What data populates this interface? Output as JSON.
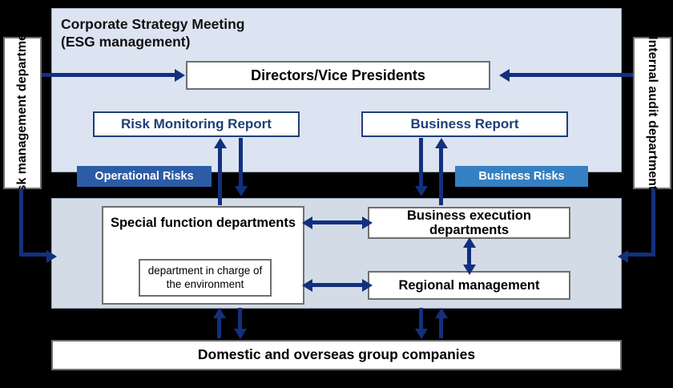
{
  "diagram": {
    "title_line1": "Corporate Strategy Meeting",
    "title_line2": "(ESG management)",
    "colors": {
      "governance_panel": "#dce4f2",
      "operations_panel": "#d3dbe7",
      "arrow": "#12307e",
      "operational_risk_tag": "#2d5ca6",
      "business_risk_tag": "#3580c2",
      "report_border": "#1f3f77",
      "background": "#000000"
    },
    "side_boxes": {
      "left": "Risk management department",
      "right": "Internal audit department"
    },
    "governance": {
      "directors": "Directors/Vice Presidents",
      "risk_report": "Risk Monitoring Report",
      "business_report": "Business Report"
    },
    "tags": {
      "operational_risks": "Operational Risks",
      "business_risks": "Business Risks"
    },
    "operations": {
      "special_function": "Special function departments",
      "environment_dept": "department in charge of the environment",
      "business_execution": "Business execution departments",
      "regional_management": "Regional management"
    },
    "bottom": {
      "group_companies": "Domestic and overseas group companies"
    }
  }
}
